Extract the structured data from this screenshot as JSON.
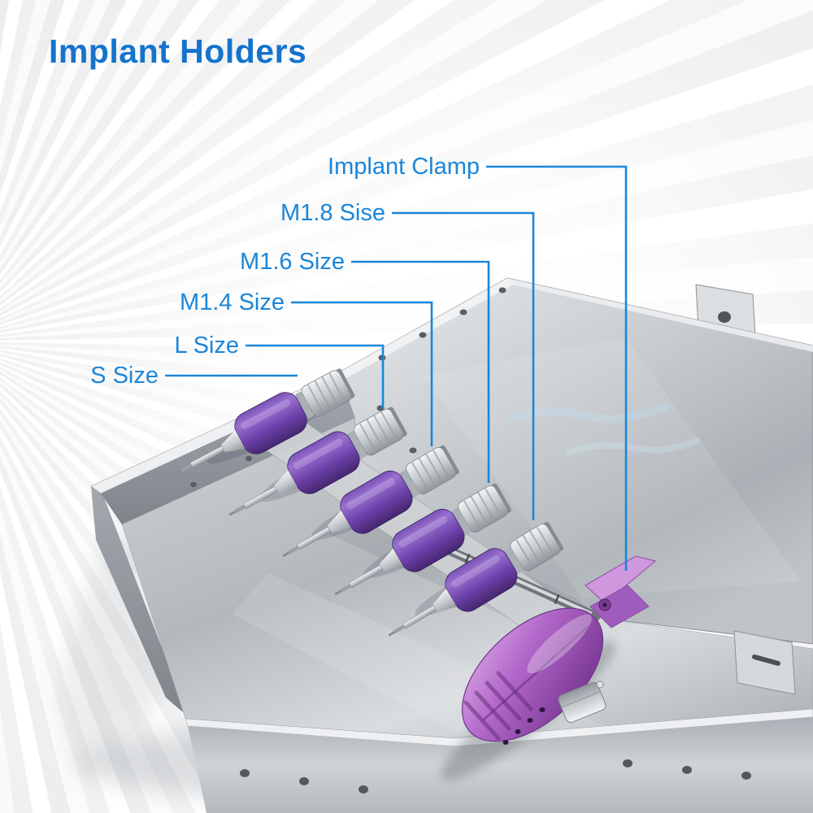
{
  "title": "Implant Holders",
  "colors": {
    "title": "#1473cd",
    "accent": "#1b86d9",
    "steel_light": "#eef0f2",
    "steel_mid": "#b7bcc1",
    "steel_dark": "#868c92",
    "tool_handle_purple": "#6d42ab",
    "clamp_purple": "#ad62c6"
  },
  "callouts": [
    {
      "id": "implant-clamp",
      "text": "Implant Clamp"
    },
    {
      "id": "m1-8",
      "text": "M1.8 Sise"
    },
    {
      "id": "m1-6",
      "text": "M1.6 Size"
    },
    {
      "id": "m1-4",
      "text": "M1.4 Size"
    },
    {
      "id": "l",
      "text": "L Size"
    },
    {
      "id": "s",
      "text": "S Size"
    }
  ],
  "photo": {
    "subject": "Open stainless steel sterilization cassette containing five purple-handled dental implant holder drivers (S, L, M1.4, M1.6, M1.8 sizes) and a purple implant clamp"
  }
}
